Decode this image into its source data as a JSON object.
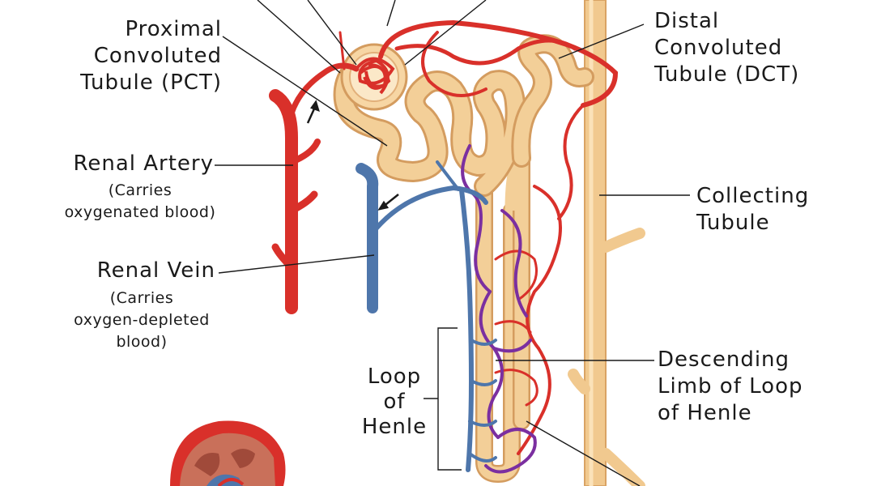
{
  "labels": {
    "pct": [
      "Proximal",
      "Convoluted",
      "Tubule (PCT)"
    ],
    "dct": [
      "Distal",
      "Convoluted",
      "Tubule (DCT)"
    ],
    "renal_artery": "Renal Artery",
    "renal_artery_note": [
      "(Carries",
      "oxygenated blood)"
    ],
    "collecting": [
      "Collecting",
      "Tubule"
    ],
    "renal_vein": "Renal Vein",
    "renal_vein_note": [
      "(Carries",
      "oxygen-depleted",
      "blood)"
    ],
    "loop": [
      "Loop",
      "of",
      "Henle"
    ],
    "descending": [
      "Descending",
      "Limb of Loop",
      "of Henle"
    ]
  },
  "colors": {
    "artery": "#d9302a",
    "vein": "#4e76ab",
    "capillary_mixed": "#7b2fa0",
    "tubule": "#f3cf98",
    "tubule_edge": "#d6a368",
    "line": "#1a1a1a"
  }
}
